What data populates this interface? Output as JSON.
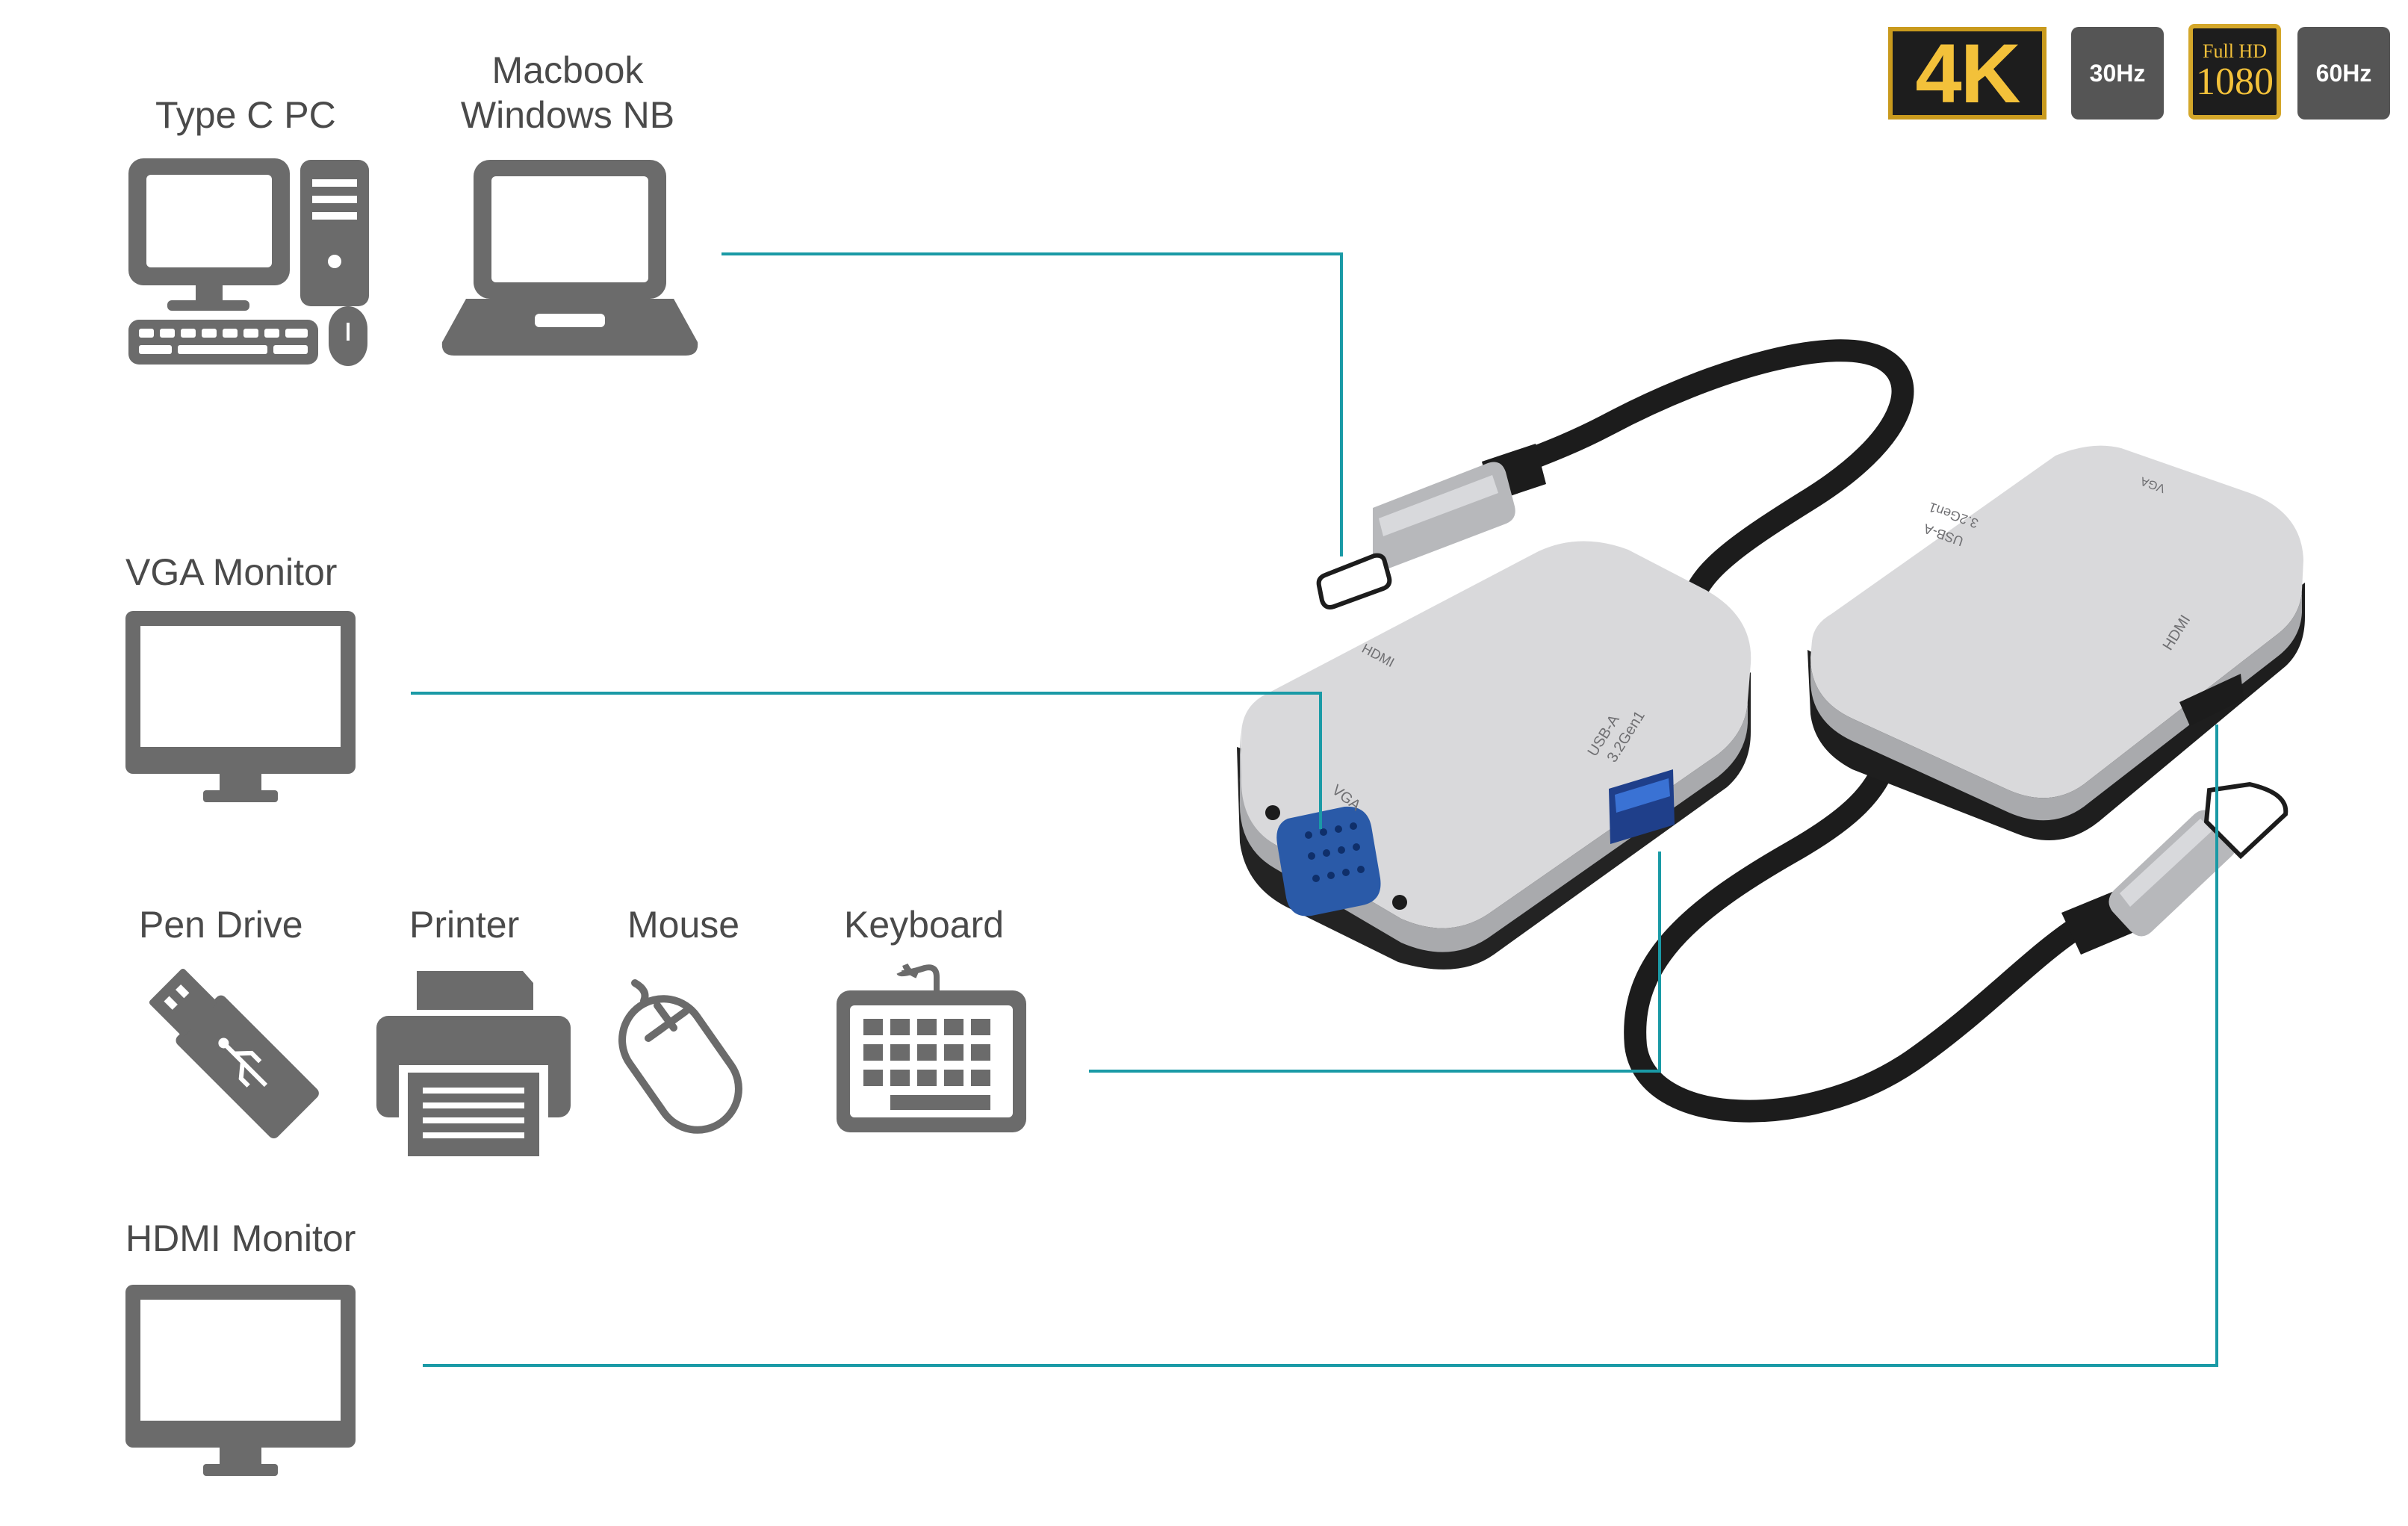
{
  "badges": {
    "res_4k": "4K",
    "hz_30": "30Hz",
    "fhd_top": "Full HD",
    "fhd_bottom": "1080",
    "hz_60": "60Hz"
  },
  "devices": {
    "type_c_pc": "Type C PC",
    "macbook_line1": "Macbook",
    "macbook_line2": "Windows NB",
    "vga_monitor": "VGA Monitor",
    "pen_drive": "Pen Drive",
    "printer": "Printer",
    "mouse": "Mouse",
    "keyboard": "Keyboard",
    "hdmi_monitor": "HDMI Monitor"
  },
  "adapter_port_labels": {
    "front_hdmi": "HDMI",
    "front_vga": "VGA",
    "front_usb_a": "USB-A",
    "front_usb_gen": "3.2Gen1",
    "back_vga": "VGA",
    "back_usb_a": "USB-A",
    "back_usb_gen": "3.2Gen1",
    "back_hdmi": "HDMI"
  },
  "colors": {
    "connector_line": "#1a9aa6",
    "icon_gray": "#6b6b6b",
    "label_gray": "#4a4a4a",
    "adapter_silver": "#d9d9db",
    "cable_black": "#1c1c1c"
  }
}
